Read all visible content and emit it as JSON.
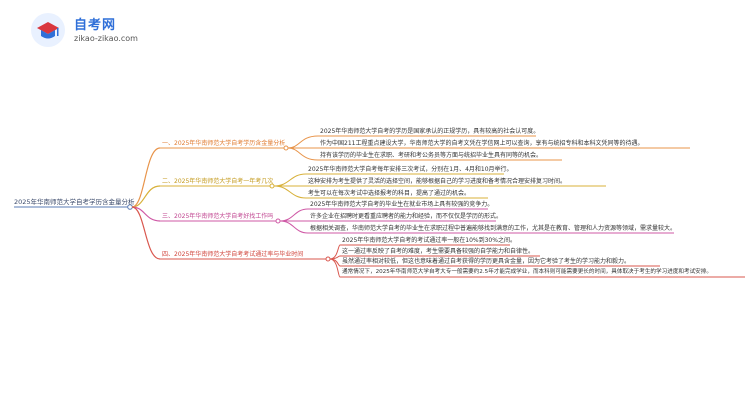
{
  "logo": {
    "title": "自考网",
    "url": "zikao-zikao.com",
    "icon": "graduation-cap-icon"
  },
  "colors": {
    "branch1": "#e8944a",
    "branch2": "#d8b13a",
    "branch3": "#cf59a6",
    "branch4": "#d9574e",
    "root": "#5a7bb5"
  },
  "mindmap": {
    "root": "2025年华南师范大学自考学历含金量分析",
    "branches": [
      {
        "label": "一、2025年华南师范大学自考学历含金量分析",
        "leaves": [
          "2025年华南师范大学自考的学历是国家承认的正规学历，具有较高的社会认可度。",
          "作为中国211工程重点建设大学，华南师范大学的自考文凭在学信网上可以查询，享有与统招专科和本科文凭同等的待遇。",
          "持有该学历的毕业生在求职、考研和考公务员等方面与统招毕业生具有同等的机会。"
        ]
      },
      {
        "label": "二、2025年华南师范大学自考一年考几次",
        "leaves": [
          "2025年华南师范大学自考每年安排三次考试，分别在1月、4月和10月举行。",
          "这种安排为考生提供了灵活的选择空间，能够根据自己的学习进度和备考情况合理安排复习时间。",
          "考生可以在每次考试中选择报考的科目，提高了通过的机会。"
        ]
      },
      {
        "label": "三、2025年华南师范大学自考好找工作吗",
        "leaves": [
          "2025年华南师范大学自考的毕业生在就业市场上具有较强的竞争力。",
          "许多企业在招聘时更看重应聘者的能力和经验，而不仅仅是学历的形式。",
          "根据相关调查，华南师范大学自考的毕业生在求职过程中普遍能够找到满意的工作，尤其是在教育、管理和人力资源等领域，需求量较大。"
        ]
      },
      {
        "label": "四、2025年华南师范大学自考考试通过率与毕业时间",
        "leaves": [
          "2025年华南师范大学自考的考试通过率一般在10%到30%之间。",
          "这一通过率反映了自考的难度，考生需要具备较强的自学能力和自律性。",
          "虽然通过率相对较低，但这也意味着通过自考获得的学历更具含金量，因为它考验了考生的学习能力和毅力。",
          "通常情况下，2025年华南师范大学自考大专一般需要约2.5年才能完成学业，而本科则可能需要更长的时间，具体取决于考生的学习进度和考试安排。"
        ]
      }
    ]
  }
}
